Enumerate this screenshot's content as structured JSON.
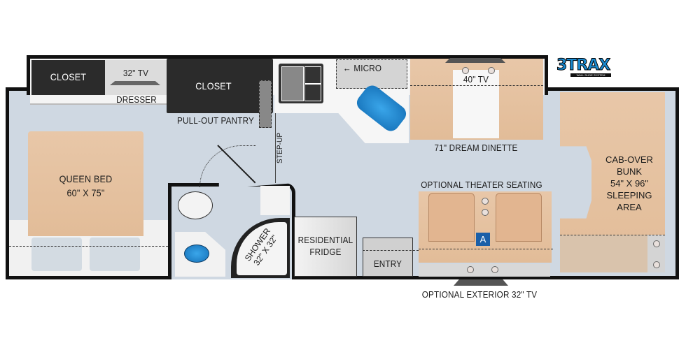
{
  "logo": {
    "text": "3TRAX",
    "subtitle": "WALL SLIDE SYSTEM"
  },
  "rooms": {
    "closet_left": "CLOSET",
    "tv_32": "32\" TV",
    "dresser": "DRESSER",
    "closet_center": "CLOSET",
    "pantry": "PULL-OUT PANTRY",
    "micro": "MICRO",
    "tv_40": "40\" TV",
    "dinette": "71\" DREAM DINETTE",
    "step_up": "STEP-UP",
    "bed_title": "QUEEN BED",
    "bed_size": "60\" X 75\"",
    "shower_title": "SHOWER",
    "shower_size": "32\" X 32\"",
    "fridge_line1": "RESIDENTIAL",
    "fridge_line2": "FRIDGE",
    "entry": "ENTRY",
    "theater": "OPTIONAL THEATER SEATING",
    "theater_badge": "A",
    "bunk_line1": "CAB-OVER",
    "bunk_line2": "BUNK",
    "bunk_line3": "54\" X 96\"",
    "bunk_line4": "SLEEPING",
    "bunk_line5": "AREA",
    "exterior_tv": "OPTIONAL EXTERIOR 32\" TV"
  },
  "colors": {
    "wall": "#111111",
    "floor": "#cfd8e2",
    "upholstery": "#e5c2a0",
    "sink": "#1e88d0",
    "closet": "#2b2b2b"
  }
}
